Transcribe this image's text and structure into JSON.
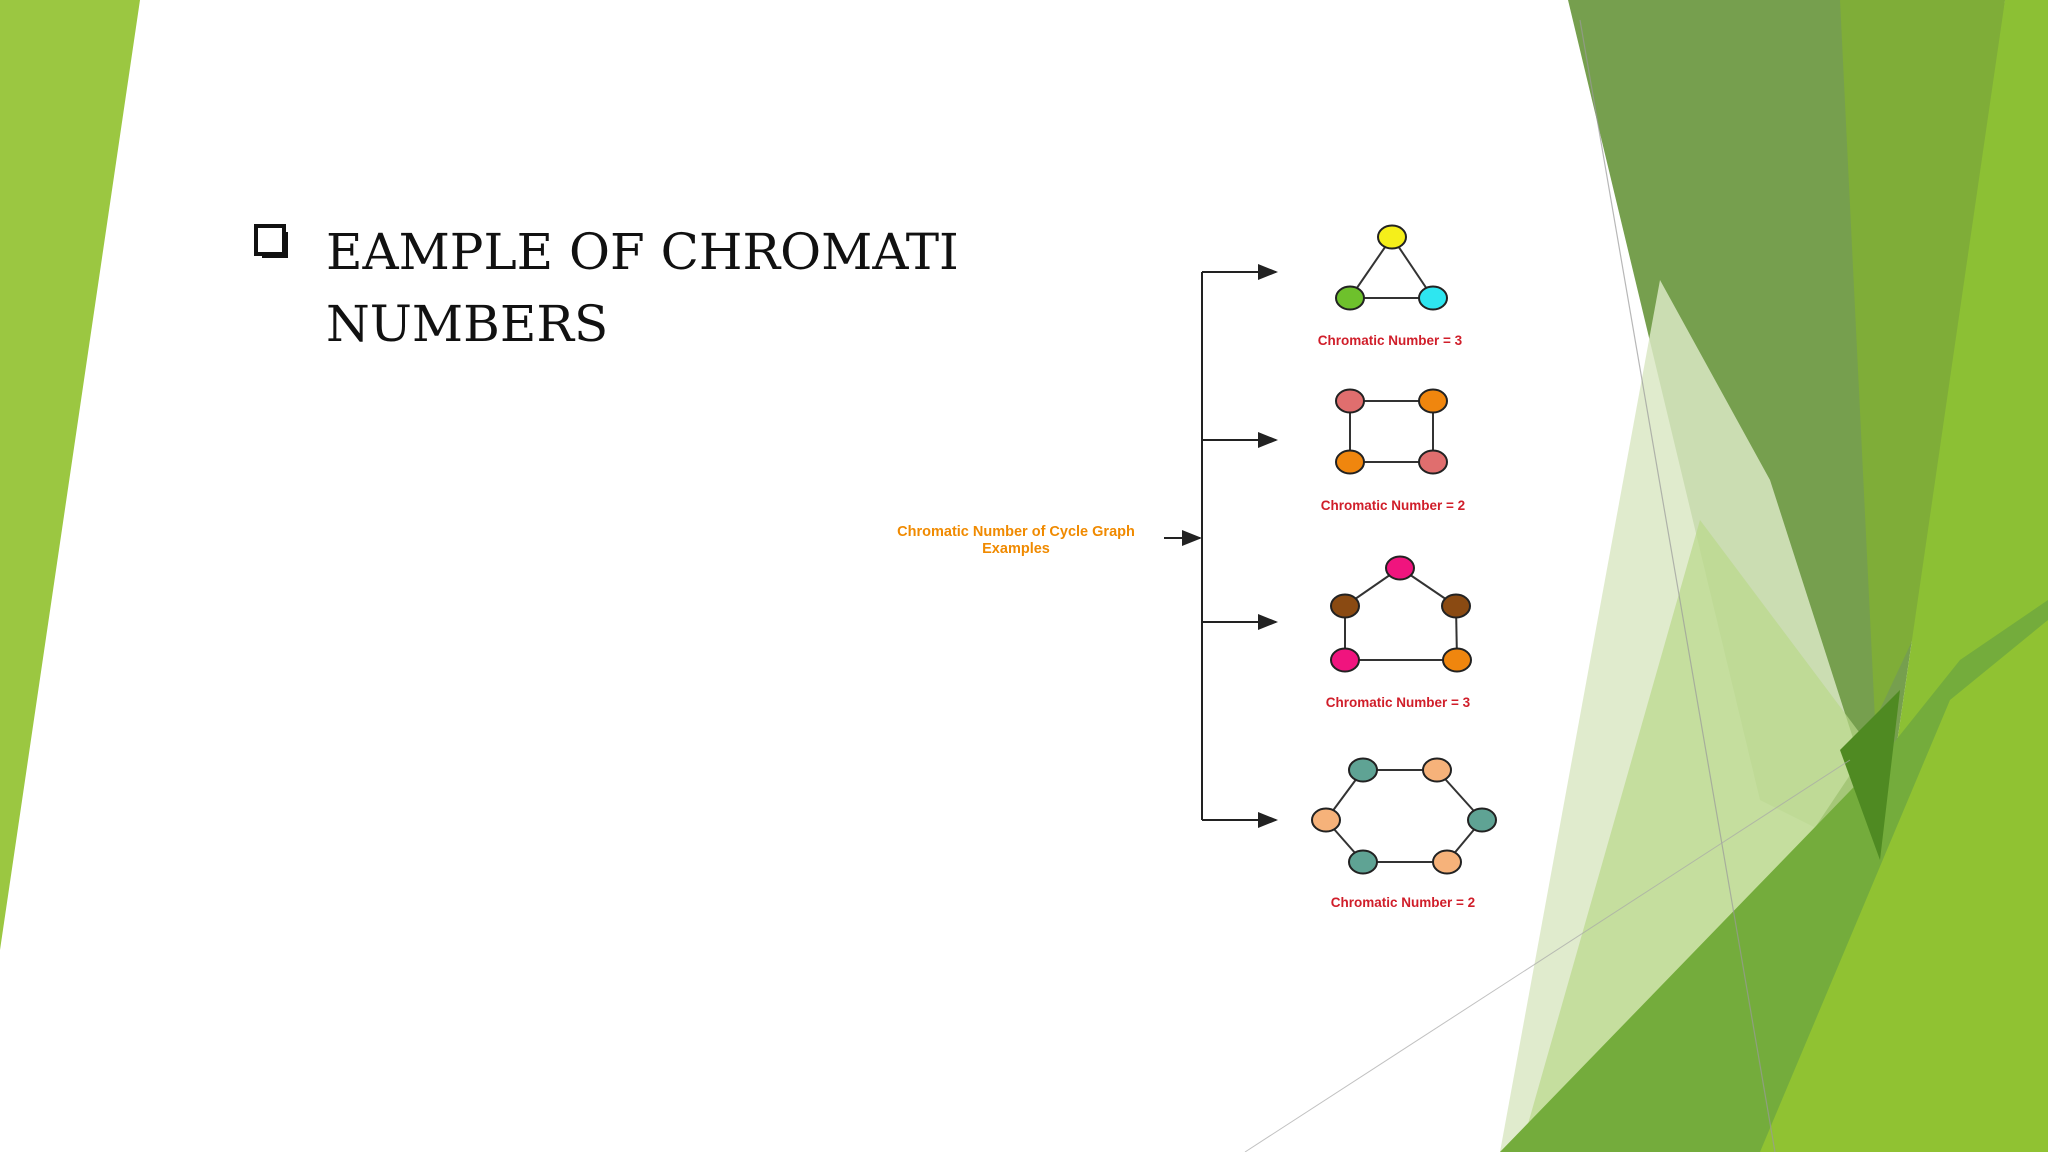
{
  "slide": {
    "title_lines": [
      "EAMPLE OF CHROMATIC",
      "NUMBERS"
    ],
    "bullet_icon": "checkbox-bullet-icon"
  },
  "theme": {
    "green_light": "#9bc741",
    "green_mid": "#6a9a3e",
    "green_dark": "#4f8a22",
    "green_bright": "#8cc034",
    "green_pale": "#dbe8c4"
  },
  "diagram": {
    "root_label_lines": [
      "Chromatic Number of Cycle Graph",
      "Examples"
    ],
    "root_label_color": "#f08a00",
    "caption_color": "#d01e2a",
    "graphs": [
      {
        "caption": "Chromatic Number = 3",
        "vertex_colors": [
          "#f5ef1a",
          "#6ec12c",
          "#2ee6f0"
        ]
      },
      {
        "caption": "Chromatic Number = 2",
        "vertex_colors": [
          "#e06e6e",
          "#f0860e",
          "#e06e6e",
          "#f0860e"
        ]
      },
      {
        "caption": "Chromatic Number = 3",
        "vertex_colors": [
          "#f0147e",
          "#8a4a12",
          "#f0860e",
          "#f0147e",
          "#8a4a12"
        ]
      },
      {
        "caption": "Chromatic Number = 2",
        "vertex_colors": [
          "#5fa394",
          "#f6b27a",
          "#5fa394",
          "#f6b27a",
          "#5fa394",
          "#f6b27a"
        ]
      }
    ]
  }
}
